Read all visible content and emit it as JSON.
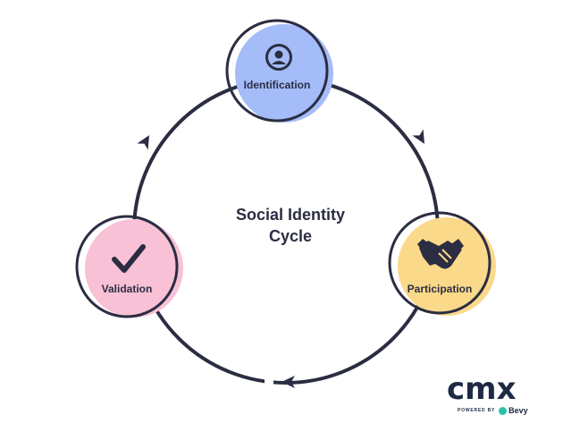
{
  "diagram": {
    "title_line1": "Social Identity",
    "title_line2": "Cycle",
    "nodes": [
      {
        "id": "identification",
        "label": "Identification",
        "color": "#a4bcf8",
        "icon": "person-icon"
      },
      {
        "id": "participation",
        "label": "Participation",
        "color": "#fbd98a",
        "icon": "handshake-icon"
      },
      {
        "id": "validation",
        "label": "Validation",
        "color": "#f8c1d6",
        "icon": "checkmark-icon"
      }
    ],
    "line_color": "#2b2d42"
  },
  "brand": {
    "logo_text": "cmx",
    "powered_by": "POWERED BY",
    "partner": "Bevy",
    "accent": "#27c4a8"
  }
}
